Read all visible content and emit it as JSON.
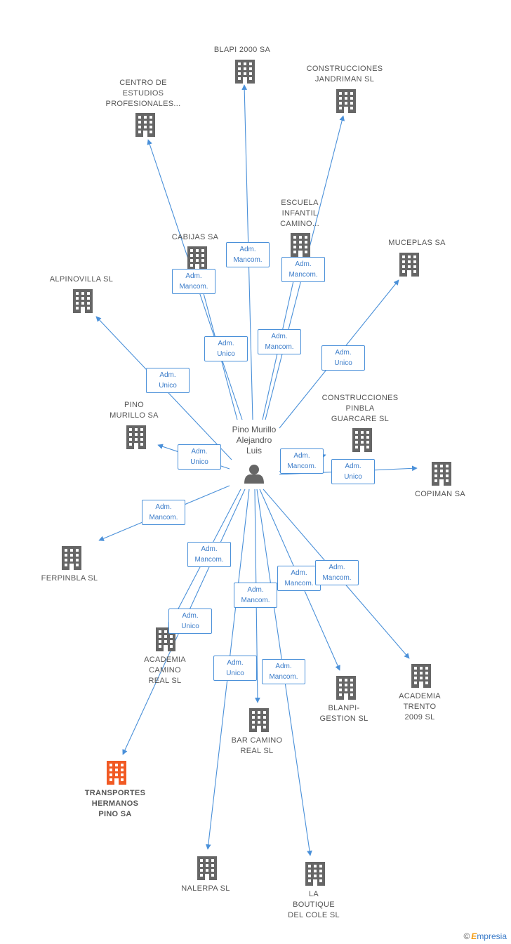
{
  "center": {
    "name": "Pino Murillo\nAlejandro\nLuis"
  },
  "colors": {
    "edge": "#4a90d9",
    "building": "#666666",
    "building_focus": "#f15a24",
    "person": "#666666"
  },
  "nodes": [
    {
      "id": "blapi2000",
      "label": "BLAPI 2000 SA"
    },
    {
      "id": "construcciones_jandriman",
      "label": "CONSTRUCCIONES\nJANDRIMAN SL"
    },
    {
      "id": "centro_estudios",
      "label": "CENTRO DE\nESTUDIOS\nPROFESIONALES..."
    },
    {
      "id": "escuela_infantil",
      "label": "ESCUELA\nINFANTIL\nCAMINO..."
    },
    {
      "id": "cabijas",
      "label": "CABIJAS SA"
    },
    {
      "id": "muceplas",
      "label": "MUCEPLAS SA"
    },
    {
      "id": "alpinovilla",
      "label": "ALPINOVILLA SL"
    },
    {
      "id": "construcciones_pinbla",
      "label": "CONSTRUCCIONES\nPINBLA\nGUARCARE SL"
    },
    {
      "id": "pino_murillo",
      "label": "PINO\nMURILLO SA"
    },
    {
      "id": "copiman",
      "label": "COPIMAN SA"
    },
    {
      "id": "ferpinbla",
      "label": "FERPINBLA  SL"
    },
    {
      "id": "academia_camino",
      "label": "ACADEMIA\nCAMINO\nREAL SL"
    },
    {
      "id": "blanpi",
      "label": "BLANPI-\nGESTION SL"
    },
    {
      "id": "academia_trento",
      "label": "ACADEMIA\nTRENTO\n2009 SL"
    },
    {
      "id": "bar_camino",
      "label": "BAR CAMINO\nREAL SL"
    },
    {
      "id": "transportes",
      "label": "TRANSPORTES\nHERMANOS\nPINO SA",
      "focus": true
    },
    {
      "id": "nalerpa",
      "label": "NALERPA SL"
    },
    {
      "id": "la_boutique",
      "label": "LA\nBOUTIQUE\nDEL COLE SL"
    }
  ],
  "edges": [
    {
      "to": "blapi2000",
      "label": "Adm.\nMancom."
    },
    {
      "to": "centro_estudios",
      "label": "Adm.\nMancom."
    },
    {
      "to": "cabijas",
      "label": "Adm.\nUnico"
    },
    {
      "to": "construcciones_jandriman",
      "label": "Adm.\nMancom."
    },
    {
      "to": "escuela_infantil",
      "label": "Adm.\nMancom."
    },
    {
      "to": "muceplas",
      "label": "Adm.\nUnico"
    },
    {
      "to": "alpinovilla",
      "label": "Adm.\nUnico"
    },
    {
      "to": "pino_murillo",
      "label": "Adm.\nUnico"
    },
    {
      "to": "construcciones_pinbla",
      "label": "Adm.\nMancom."
    },
    {
      "to": "copiman",
      "label": "Adm.\nUnico"
    },
    {
      "to": "ferpinbla",
      "label": "Adm.\nMancom."
    },
    {
      "to": "academia_camino",
      "label": "Adm.\nMancom."
    },
    {
      "to": "transportes",
      "label": "Adm.\nUnico"
    },
    {
      "to": "blanpi",
      "label": "Adm.\nMancom."
    },
    {
      "to": "academia_trento",
      "label": "Adm.\nMancom."
    },
    {
      "to": "bar_camino",
      "label": "Adm.\nMancom."
    },
    {
      "to": "nalerpa",
      "label": "Adm.\nUnico"
    },
    {
      "to": "la_boutique",
      "label": "Adm.\nMancom."
    }
  ],
  "watermark": {
    "copyright": "©",
    "brand_initial": "E",
    "brand_rest": "mpresia"
  }
}
